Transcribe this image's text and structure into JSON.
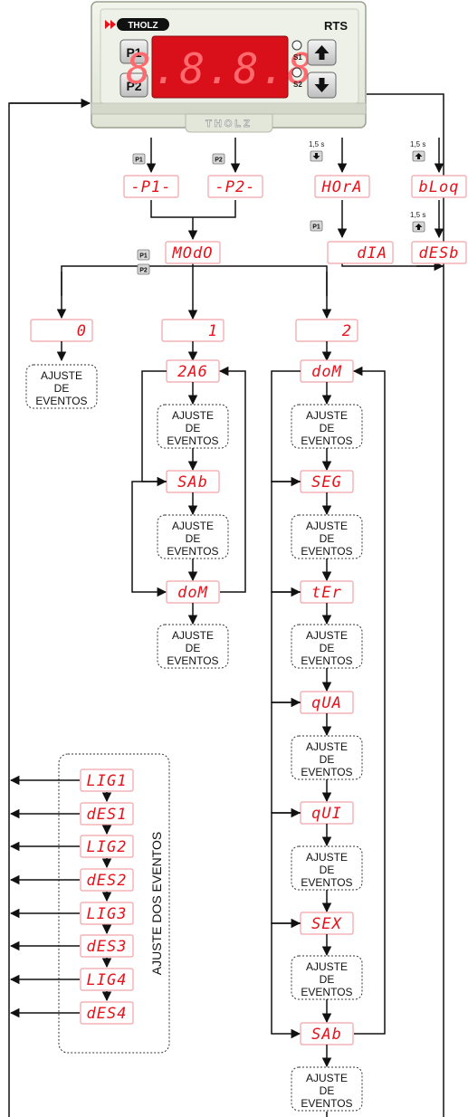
{
  "device": {
    "brand": "THOLZ",
    "model": "RTS",
    "bottom_logo": "THOLZ",
    "display": "8.8.8.8",
    "btn_p1": "P1",
    "btn_p2": "P2",
    "led_s1": "S1",
    "led_s2": "S2",
    "icon_up": "arrow-up-icon",
    "icon_down": "arrow-down-icon"
  },
  "colors": {
    "segment": "#e8121b",
    "panel": "#e9eee2",
    "display_bg": "#d90f1a"
  },
  "timing": {
    "hold_hora": "1,5 s",
    "hold_bloq": "1,5 s",
    "hold_desb": "1,5 s"
  },
  "displays": {
    "p1": "-P1-",
    "p2": "-P2-",
    "hora": "HOrA",
    "dia": "dIA",
    "bloq": "bLoq",
    "desb": "dESb",
    "modo": "MOdO",
    "m0": "0",
    "m1": "1",
    "m2": "2",
    "m1_days": [
      "2A6",
      "SAb",
      "doM"
    ],
    "m2_days": [
      "doM",
      "SEG",
      "tEr",
      "qUA",
      "qUI",
      "SEX",
      "SAb"
    ]
  },
  "ajuste_lines": [
    "AJUSTE",
    "DE",
    "EVENTOS"
  ],
  "eventos": [
    "LIG1",
    "dES1",
    "LIG2",
    "dES2",
    "LIG3",
    "dES3",
    "LIG4",
    "dES4"
  ],
  "eventos_title": "AJUSTE DOS EVENTOS"
}
